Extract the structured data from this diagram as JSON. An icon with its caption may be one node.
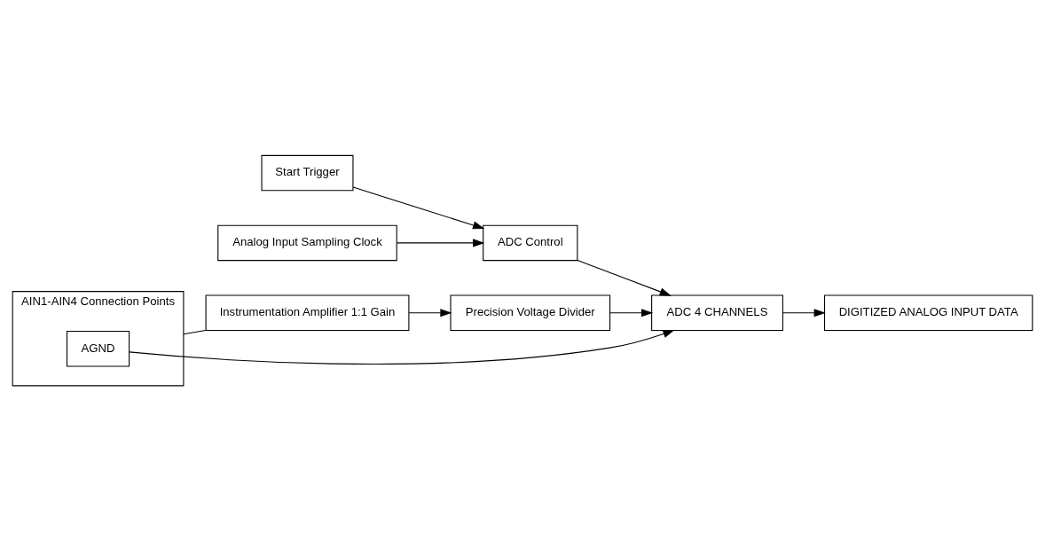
{
  "diagram": {
    "nodes": [
      {
        "text": [
          "Start Trigger"
        ]
      },
      {
        "text": [
          "Analog Input Sampling Clock"
        ]
      },
      {
        "text": [
          "ADC Control"
        ]
      },
      {
        "text": [
          "AIN1-AIN4 Connection Points"
        ]
      },
      {
        "text": [
          "AGND"
        ],
        "in": 3
      },
      {
        "text": [
          "Instrumentation Amplifier 1:1 Gain"
        ]
      },
      {
        "text": [
          "Precision Voltage Divider"
        ]
      },
      {
        "text": [
          "ADC 4 CHANNELS"
        ]
      },
      {
        "text": [
          "DIGITIZED ANALOG INPUT DATA"
        ]
      }
    ],
    "edges": [
      {
        "from": 0,
        "to": 2,
        "arrow": "to"
      },
      {
        "from": 1,
        "to": 2,
        "arrow": "to"
      },
      {
        "from": 2,
        "to": 7,
        "arrow": "to"
      },
      {
        "from": 3,
        "to": 5,
        "arrow": "none"
      },
      {
        "from": 5,
        "to": 6,
        "arrow": "to"
      },
      {
        "from": 6,
        "to": 7,
        "arrow": "to"
      },
      {
        "from": 7,
        "to": 8,
        "arrow": "to"
      },
      {
        "from": 4,
        "to": 7,
        "arrow": "to"
      }
    ]
  }
}
